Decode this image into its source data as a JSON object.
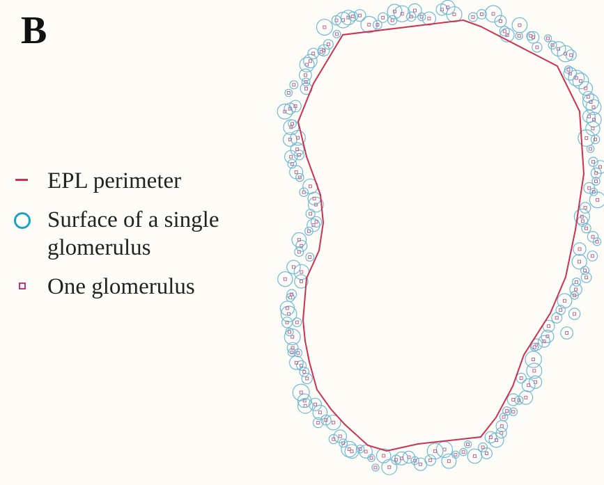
{
  "panel": {
    "label": "B"
  },
  "legend": {
    "items": [
      {
        "symbol": "line",
        "label": "EPL perimeter",
        "color": "#d03050"
      },
      {
        "symbol": "circle",
        "label": "Surface of a single glomerulus",
        "line1": "Surface of a single",
        "line2": "glomerulus",
        "color": "#19a3c8"
      },
      {
        "symbol": "square",
        "label": "One glomerulus",
        "color": "#d0307a"
      }
    ]
  },
  "colors": {
    "background": "#fdfcf7",
    "perimeter": "#d03050",
    "glomerulus_surface": "#6fb9d6",
    "glomerulus_center": "#b05a8a"
  }
}
